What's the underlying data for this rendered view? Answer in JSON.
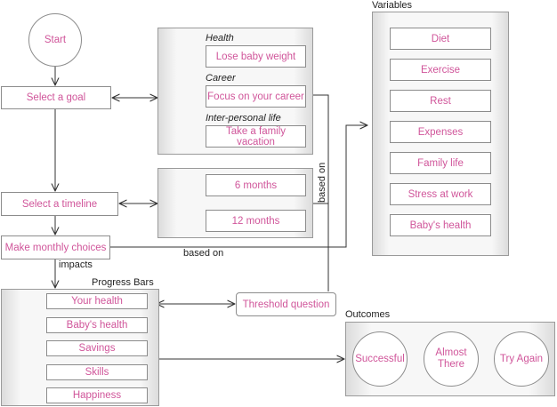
{
  "start": "Start",
  "goal": {
    "label": "Select a goal",
    "categories": [
      {
        "title": "Health",
        "option": "Lose baby weight"
      },
      {
        "title": "Career",
        "option": "Focus on your career"
      },
      {
        "title": "Inter-personal life",
        "option": "Take a family vacation"
      }
    ]
  },
  "timeline": {
    "label": "Select a timeline",
    "options": [
      "6 months",
      "12 months"
    ]
  },
  "monthly": {
    "label": "Make monthly choices"
  },
  "edges": {
    "impacts": "impacts",
    "based_on_h": "based on",
    "based_on_v": "based on"
  },
  "variables": {
    "title": "Variables",
    "items": [
      "Diet",
      "Exercise",
      "Rest",
      "Expenses",
      "Family life",
      "Stress at work",
      "Baby's health"
    ]
  },
  "progress": {
    "title": "Progress Bars",
    "items": [
      "Your health",
      "Baby's health",
      "Savings",
      "Skills",
      "Happiness"
    ],
    "up_color": "#44c24a",
    "down_color": "#cc3333"
  },
  "threshold": "Threshold question",
  "outcomes": {
    "title": "Outcomes",
    "items": [
      "Successful",
      "Almost There",
      "Try Again"
    ]
  },
  "colors": {
    "node_text": "#d0559a",
    "line": "#333333"
  }
}
